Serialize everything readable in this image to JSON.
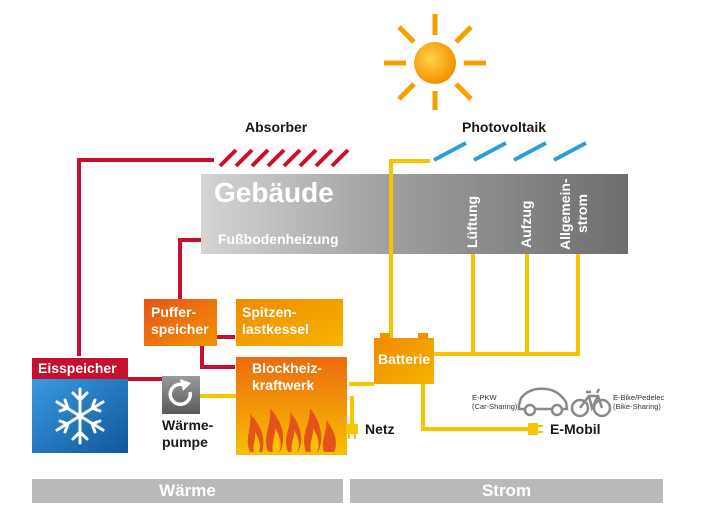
{
  "labels": {
    "absorber": "Absorber",
    "photovoltaik": "Photovoltaik",
    "gebaeude": "Gebäude",
    "fussbodenheizung": "Fußbodenheizung",
    "lueftung": "Lüftung",
    "aufzug": "Aufzug",
    "allgemeinstrom_1": "Allgemein-",
    "allgemeinstrom_2": "strom",
    "pufferspeicher_1": "Puffer-",
    "pufferspeicher_2": "speicher",
    "spitzenlastkessel_1": "Spitzen-",
    "spitzenlastkessel_2": "lastkessel",
    "eisspeicher": "Eisspeicher",
    "blockheizkraftwerk_1": "Blockheiz-",
    "blockheizkraftwerk_2": "kraftwerk",
    "batterie": "Batterie",
    "waermepumpe_1": "Wärme-",
    "waermepumpe_2": "pumpe",
    "netz": "Netz",
    "emobil": "E-Mobil",
    "epkw_1": "E-PKW",
    "epkw_2": "(Car-Sharing)",
    "ebike_1": "E-Bike/Pedelec",
    "ebike_2": "(Bike-Sharing)"
  },
  "footer": {
    "waerme": "Wärme",
    "strom": "Strom"
  },
  "colors": {
    "heat_line": "#c8102e",
    "power_line": "#f7c600",
    "building_gray": "#8c8c8c",
    "orange_box": "#f39200",
    "ice_blue": "#1f7ac2",
    "sun": "#f5a000",
    "pv_blue": "#2a9fd8",
    "footer_gray": "#b9b9b9"
  },
  "icons": [
    "sun-icon",
    "snowflake-icon",
    "circular-arrow-icon",
    "flame-icon",
    "plug-icon",
    "car-icon",
    "bicycle-icon"
  ]
}
